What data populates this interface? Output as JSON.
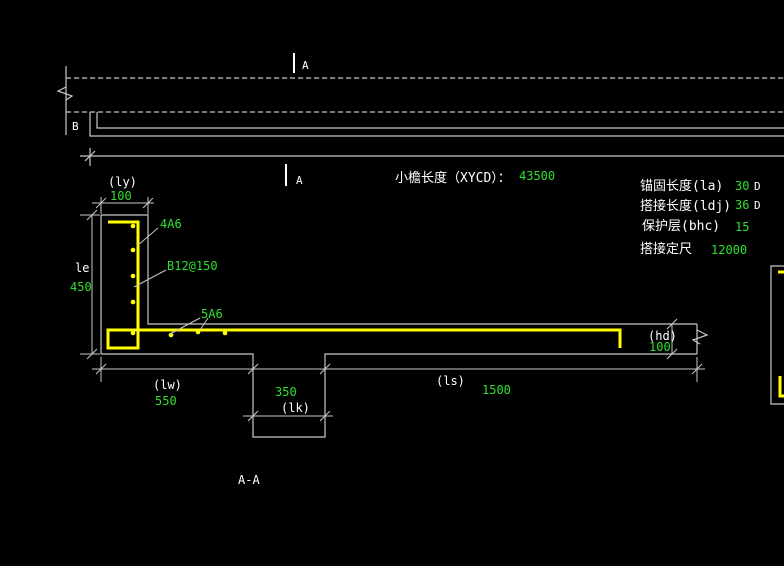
{
  "colors": {
    "background": "#000000",
    "lines": "#c8c8c8",
    "labels": "#ffffff",
    "values": "#2ee02e",
    "rebar": "#ffff00"
  },
  "plan_view": {
    "section_mark_top": "A",
    "section_mark_bottom": "A",
    "mark_b": "B",
    "eave_length_label": "小檐长度（XYCD）：",
    "eave_length_value": "43500"
  },
  "parameters": [
    {
      "label": "锚固长度(la)",
      "value": "30",
      "unit": "D"
    },
    {
      "label": "搭接长度(ldj)",
      "value": "36",
      "unit": "D"
    },
    {
      "label": "保护层(bhc)",
      "value": "15",
      "unit": ""
    },
    {
      "label": "搭接定尺",
      "value": "12000",
      "unit": ""
    }
  ],
  "section_view": {
    "ly_label": "(ly)",
    "ly_value": "100",
    "le_label": "le",
    "le_value": "450",
    "rebar_top_label": "4A6",
    "rebar_stirrup_label": "B12@150",
    "rebar_bottom_label": "5A6",
    "hd_label": "(hd)",
    "hd_value": "100",
    "lw_label": "(lw)",
    "lw_value": "550",
    "lk_value": "350",
    "lk_label": "(lk)",
    "ls_label": "(ls)",
    "ls_value": "1500",
    "section_title": "A-A"
  }
}
